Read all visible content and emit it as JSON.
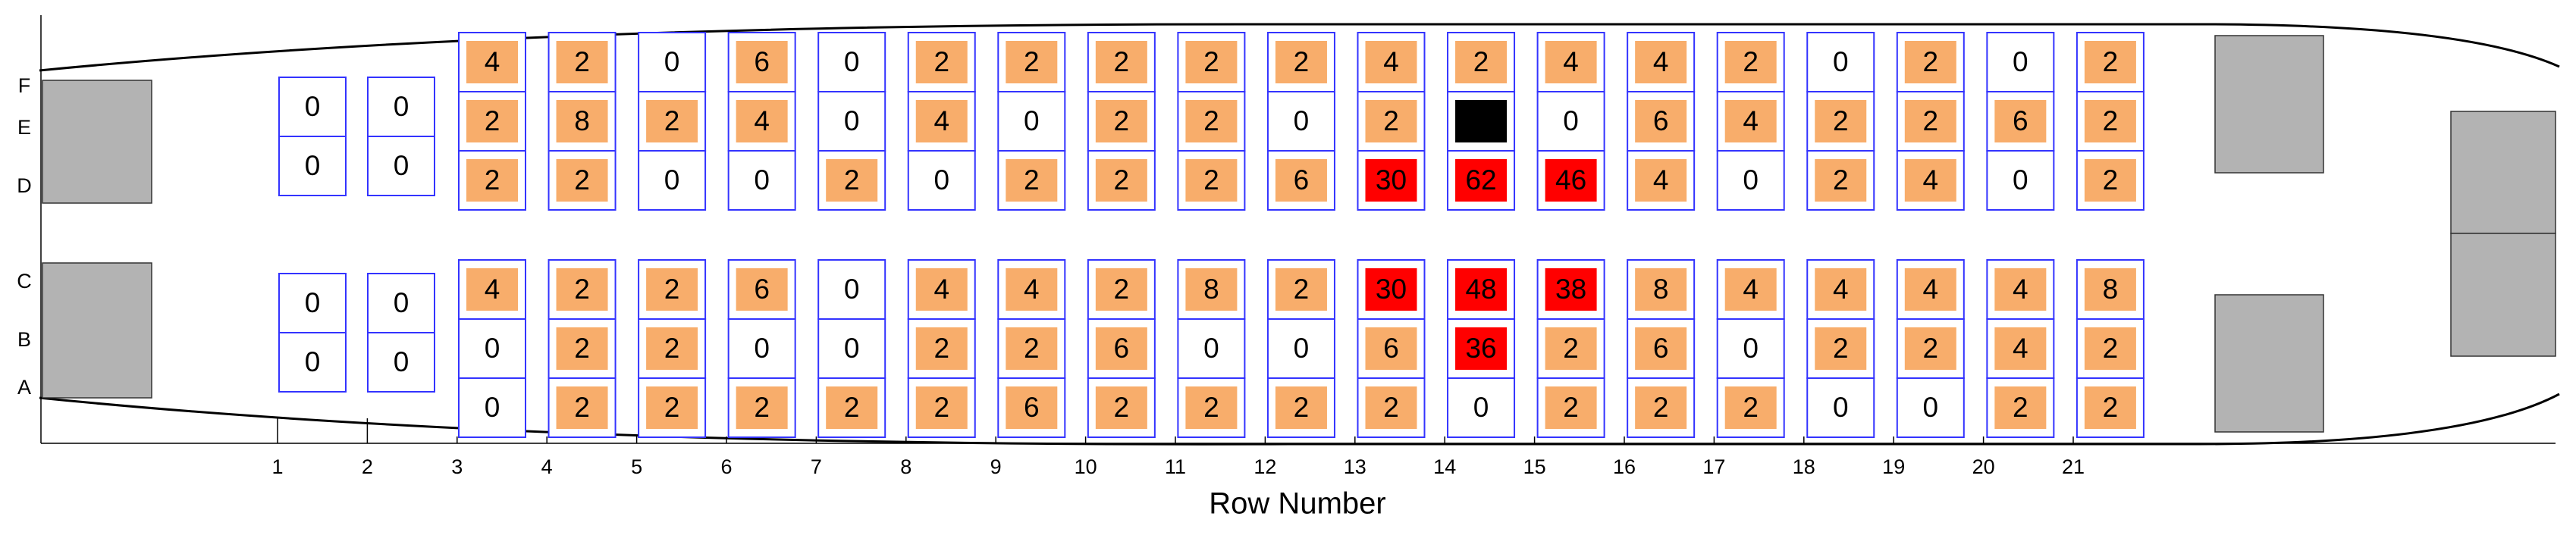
{
  "chart_data": {
    "type": "heatmap",
    "title": "",
    "xlabel": "Row Number",
    "ylabel": "",
    "seat_letters_top": [
      "F",
      "E",
      "D"
    ],
    "seat_letters_bottom": [
      "C",
      "B",
      "A"
    ],
    "row_ticks": [
      "1",
      "2",
      "3",
      "4",
      "5",
      "6",
      "7",
      "8",
      "9",
      "10",
      "11",
      "12",
      "13",
      "14",
      "15",
      "16",
      "17",
      "18",
      "19",
      "20",
      "21"
    ],
    "front_rows": [
      {
        "row": 1,
        "upper": [
          "0",
          "0"
        ],
        "lower": [
          "0",
          "0"
        ]
      },
      {
        "row": 2,
        "upper": [
          "0",
          "0"
        ],
        "lower": [
          "0",
          "0"
        ]
      }
    ],
    "rows": [
      {
        "row": 3,
        "F": "4",
        "E": "2",
        "D": "2",
        "C": "4",
        "B": "0",
        "A": "0"
      },
      {
        "row": 4,
        "F": "2",
        "E": "8",
        "D": "2",
        "C": "2",
        "B": "2",
        "A": "2"
      },
      {
        "row": 5,
        "F": "0",
        "E": "2",
        "D": "0",
        "C": "2",
        "B": "2",
        "A": "2"
      },
      {
        "row": 6,
        "F": "6",
        "E": "4",
        "D": "0",
        "C": "6",
        "B": "0",
        "A": "2"
      },
      {
        "row": 7,
        "F": "0",
        "E": "0",
        "D": "2",
        "C": "0",
        "B": "0",
        "A": "2"
      },
      {
        "row": 8,
        "F": "2",
        "E": "4",
        "D": "0",
        "C": "4",
        "B": "2",
        "A": "2"
      },
      {
        "row": 9,
        "F": "2",
        "E": "0",
        "D": "2",
        "C": "4",
        "B": "2",
        "A": "6"
      },
      {
        "row": 10,
        "F": "2",
        "E": "2",
        "D": "2",
        "C": "2",
        "B": "6",
        "A": "2"
      },
      {
        "row": 11,
        "F": "2",
        "E": "2",
        "D": "2",
        "C": "8",
        "B": "0",
        "A": "2"
      },
      {
        "row": 12,
        "F": "2",
        "E": "0",
        "D": "6",
        "C": "2",
        "B": "0",
        "A": "2"
      },
      {
        "row": 13,
        "F": "4",
        "E": "2",
        "D": "30",
        "C": "30",
        "B": "6",
        "A": "2"
      },
      {
        "row": 14,
        "F": "2",
        "E": "",
        "D": "62",
        "C": "48",
        "B": "36",
        "A": "0"
      },
      {
        "row": 15,
        "F": "4",
        "E": "0",
        "D": "46",
        "C": "38",
        "B": "2",
        "A": "2"
      },
      {
        "row": 16,
        "F": "4",
        "E": "6",
        "D": "4",
        "C": "8",
        "B": "6",
        "A": "2"
      },
      {
        "row": 17,
        "F": "2",
        "E": "4",
        "D": "0",
        "C": "4",
        "B": "0",
        "A": "2"
      },
      {
        "row": 18,
        "F": "0",
        "E": "2",
        "D": "2",
        "C": "4",
        "B": "2",
        "A": "0"
      },
      {
        "row": 19,
        "F": "2",
        "E": "2",
        "D": "4",
        "C": "4",
        "B": "2",
        "A": "0"
      },
      {
        "row": 20,
        "F": "0",
        "E": "6",
        "D": "0",
        "C": "4",
        "B": "4",
        "A": "2"
      },
      {
        "row": 21,
        "F": "2",
        "E": "2",
        "D": "2",
        "C": "8",
        "B": "2",
        "A": "2"
      }
    ],
    "blacked_out_seat": {
      "row": 14,
      "seat": "E"
    },
    "colors": {
      "zero": "#ffffff",
      "low": "#f8ad6b",
      "high": "#ff0000",
      "blocked": "#000000",
      "seat_outline": "#3333ff",
      "galley": "#b3b3b3"
    },
    "high_threshold": 30
  }
}
